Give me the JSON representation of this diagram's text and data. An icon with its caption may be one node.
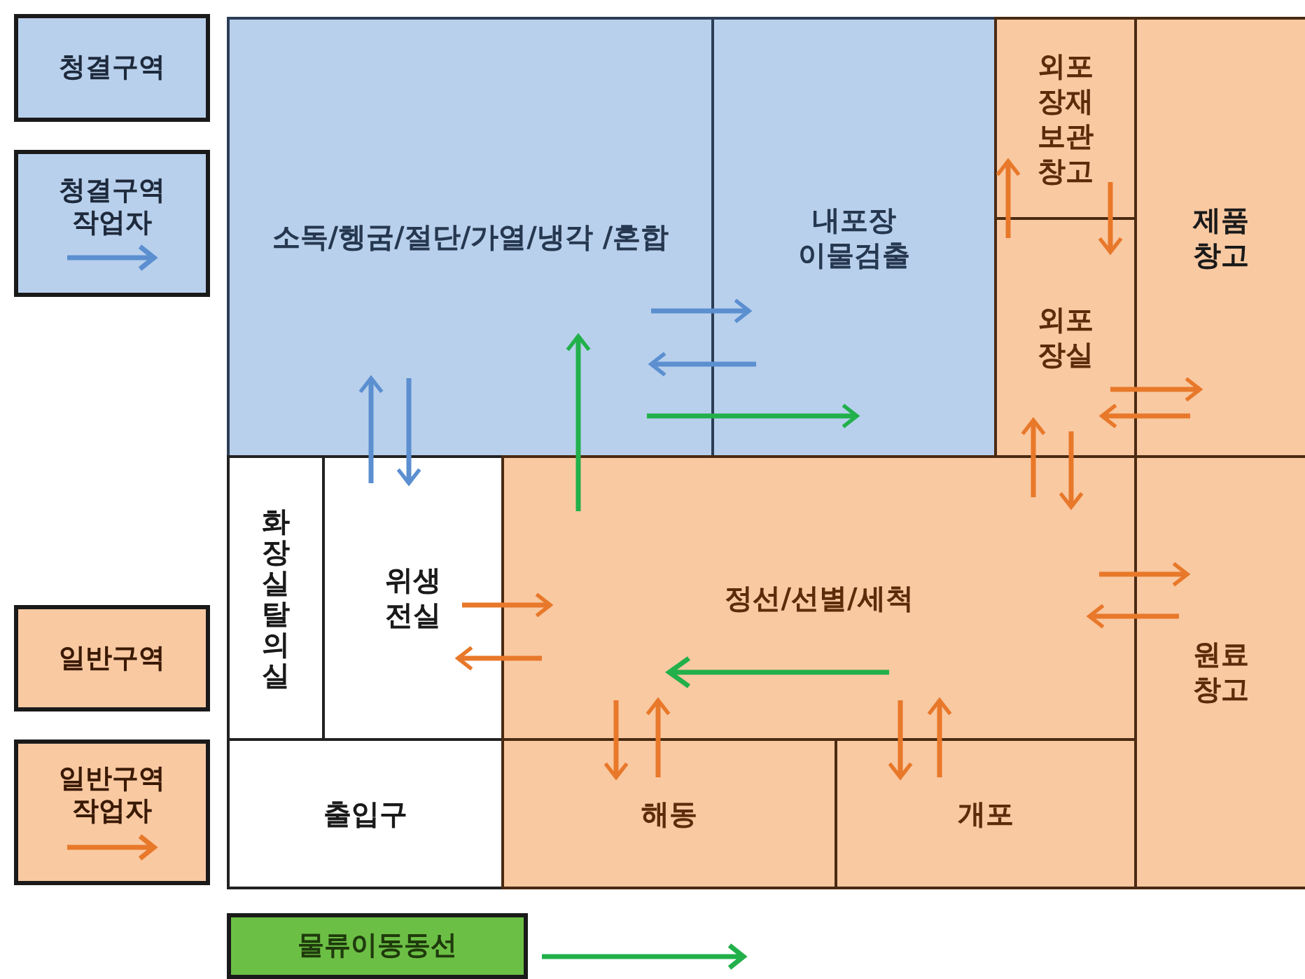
{
  "diagram": {
    "nodes": [
      {
        "text": [
          "소독/헹굼/절단/가열/냉각 /혼합"
        ]
      },
      {
        "text": [
          "내포장 이물검출"
        ]
      },
      {
        "text": [
          "외포장재 보관창고"
        ]
      },
      {
        "text": [
          "제품 창고"
        ]
      },
      {
        "text": [
          "외포장실"
        ]
      },
      {
        "text": [
          "화장실탈의실"
        ]
      },
      {
        "text": [
          "위생전실"
        ]
      },
      {
        "text": [
          "정선/선별/세척"
        ]
      },
      {
        "text": [
          "원료 창고"
        ]
      },
      {
        "text": [
          "출입구"
        ]
      },
      {
        "text": [
          "해동"
        ]
      },
      {
        "text": [
          "개포"
        ]
      }
    ],
    "edges": [
      {
        "from": 6,
        "to": 0,
        "arrow": "to",
        "color": "#5b8fd0"
      },
      {
        "from": 0,
        "to": 6,
        "arrow": "to",
        "color": "#5b8fd0"
      },
      {
        "from": 7,
        "to": 0,
        "arrow": "to",
        "color": "#22b04b"
      },
      {
        "from": 0,
        "to": 1,
        "arrow": "to",
        "color": "#5b8fd0"
      },
      {
        "from": 1,
        "to": 0,
        "arrow": "to",
        "color": "#5b8fd0"
      },
      {
        "from": 0,
        "to": 1,
        "arrow": "to",
        "color": "#22b04b"
      },
      {
        "from": 4,
        "to": 2,
        "arrow": "to"
      },
      {
        "from": 2,
        "to": 4,
        "arrow": "to"
      },
      {
        "from": 4,
        "to": 3,
        "arrow": "to"
      },
      {
        "from": 3,
        "to": 4,
        "arrow": "to"
      },
      {
        "from": 7,
        "to": 4,
        "arrow": "to"
      },
      {
        "from": 4,
        "to": 7,
        "arrow": "to"
      },
      {
        "from": 7,
        "to": 8,
        "arrow": "to"
      },
      {
        "from": 8,
        "to": 7,
        "arrow": "to"
      },
      {
        "from": 6,
        "to": 7,
        "arrow": "to"
      },
      {
        "from": 7,
        "to": 6,
        "arrow": "to"
      },
      {
        "from": 7,
        "to": 10,
        "arrow": "to"
      },
      {
        "from": 10,
        "to": 7,
        "arrow": "to"
      },
      {
        "from": 7,
        "to": 11,
        "arrow": "to"
      },
      {
        "from": 11,
        "to": 7,
        "arrow": "to"
      }
    ],
    "legend": [
      {
        "text": "청결구역",
        "color": "#b8d0ec"
      },
      {
        "text": "청결구역 작업자",
        "color": "#b8d0ec"
      },
      {
        "text": "일반구역",
        "color": "#f9c9a2"
      },
      {
        "text": "일반구역 작업자",
        "color": "#f9c9a2"
      },
      {
        "text": "물류이동동선",
        "color": "#6cbf45"
      }
    ]
  }
}
